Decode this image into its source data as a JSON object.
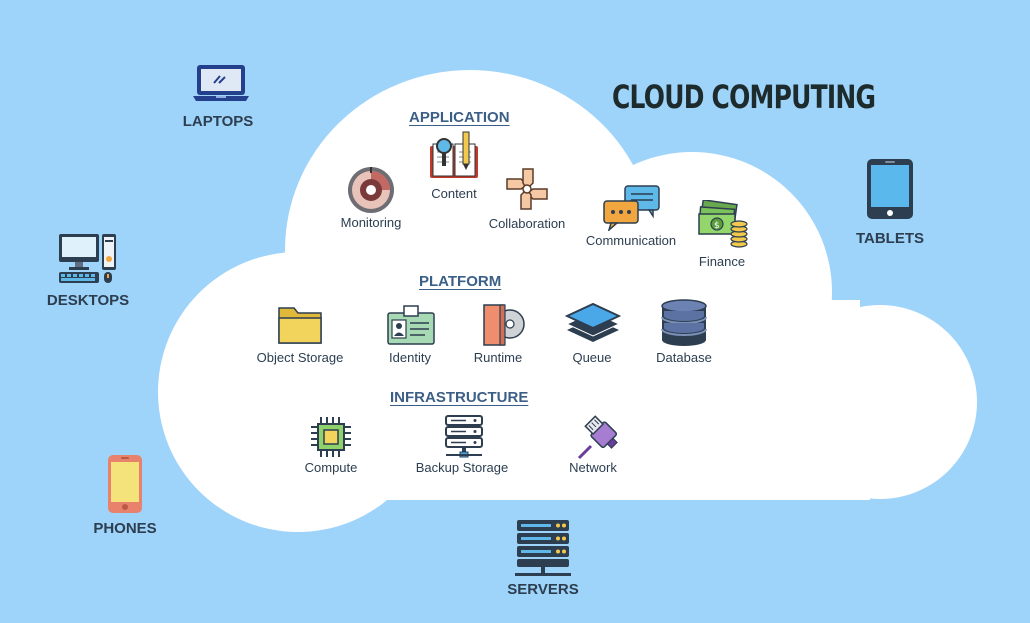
{
  "title": "CLOUD COMPUTING",
  "devices": {
    "laptops": "LAPTOPS",
    "desktops": "DESKTOPS",
    "phones": "PHONES",
    "tablets": "TABLETS",
    "servers": "SERVERS"
  },
  "sections": {
    "application": {
      "label": "APPLICATION",
      "items": [
        "Monitoring",
        "Content",
        "Collaboration",
        "Communication",
        "Finance"
      ]
    },
    "platform": {
      "label": "PLATFORM",
      "items": [
        "Object Storage",
        "Identity",
        "Runtime",
        "Queue",
        "Database"
      ]
    },
    "infrastructure": {
      "label": "INFRASTRUCTURE",
      "items": [
        "Compute",
        "Backup Storage",
        "Network"
      ]
    }
  },
  "colors": {
    "background": "#9ed3fa",
    "cloud": "#ffffff",
    "section_label": "#3c5f87",
    "text": "#2c3e50"
  }
}
